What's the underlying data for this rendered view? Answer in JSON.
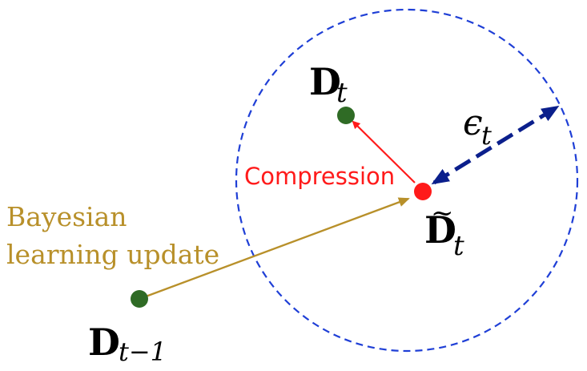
{
  "labels": {
    "d_t_base": "D",
    "d_t_sub": "t",
    "d_tilde_base": "D",
    "d_tilde_mark": "~",
    "d_tilde_sub": "t",
    "d_prev_base": "D",
    "d_prev_sub": "t−1",
    "epsilon_base": "ϵ",
    "epsilon_sub": "t",
    "compression": "Compression",
    "bayesian_line1": "Bayesian",
    "bayesian_line2": "learning update"
  },
  "colors": {
    "circle": "#1f3fd6",
    "compression": "#ff1a1a",
    "bayesian": "#b8902a",
    "green_point": "#2f6b25",
    "red_point": "#ff1a1a",
    "epsilon_arrow": "#0b1f8c",
    "text_dark": "#000000"
  }
}
